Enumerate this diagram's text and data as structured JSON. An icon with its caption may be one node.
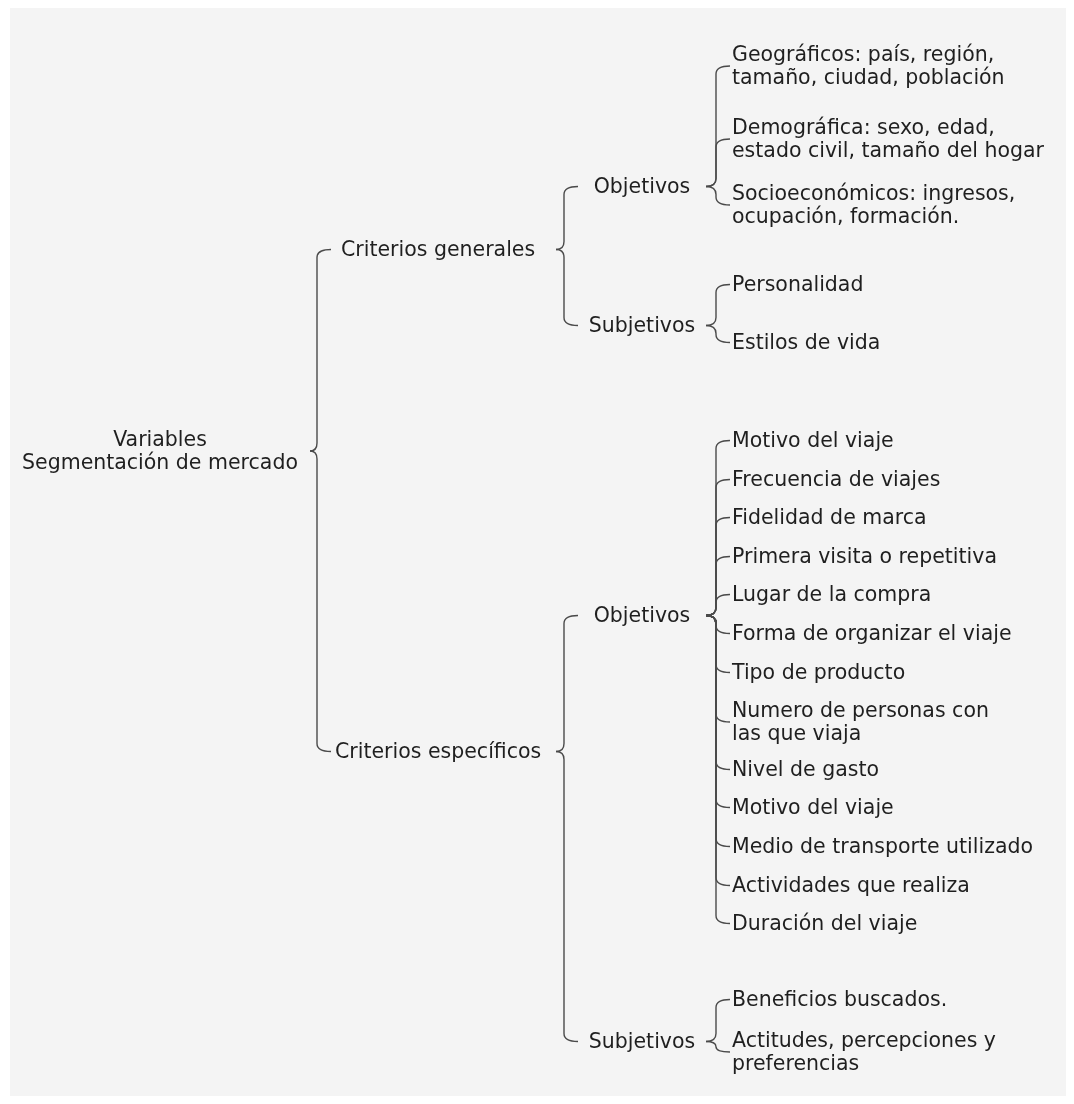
{
  "diagram": {
    "nodes": [
      {
        "text": [
          "Variables",
          "Segmentación de mercado"
        ]
      },
      {
        "text": [
          "Criterios generales"
        ]
      },
      {
        "text": [
          "Objetivos"
        ]
      },
      {
        "text": [
          "Geográficos: país, región, tamaño, ciudad, población"
        ]
      },
      {
        "text": [
          "Demográfica: sexo, edad, estado civil, tamaño del hogar"
        ]
      },
      {
        "text": [
          "Socioeconómicos: ingresos, ocupación, formación."
        ]
      },
      {
        "text": [
          "Subjetivos"
        ]
      },
      {
        "text": [
          "Personalidad"
        ]
      },
      {
        "text": [
          "Estilos de vida"
        ]
      },
      {
        "text": [
          "Criterios específicos"
        ]
      },
      {
        "text": [
          "Objetivos"
        ]
      },
      {
        "text": [
          "Motivo del viaje"
        ]
      },
      {
        "text": [
          "Frecuencia de viajes"
        ]
      },
      {
        "text": [
          "Fidelidad de marca"
        ]
      },
      {
        "text": [
          "Primera visita o repetitiva"
        ]
      },
      {
        "text": [
          "Lugar de la compra"
        ]
      },
      {
        "text": [
          "Forma de organizar el viaje"
        ]
      },
      {
        "text": [
          "Tipo de producto"
        ]
      },
      {
        "text": [
          "Numero de personas con las que viaja"
        ]
      },
      {
        "text": [
          "Nivel de gasto"
        ]
      },
      {
        "text": [
          "Motivo del viaje"
        ]
      },
      {
        "text": [
          "Medio de transporte utilizado"
        ]
      },
      {
        "text": [
          "Actividades que realiza"
        ]
      },
      {
        "text": [
          "Duración del viaje"
        ]
      },
      {
        "text": [
          "Subjetivos"
        ]
      },
      {
        "text": [
          "Beneficios buscados."
        ]
      },
      {
        "text": [
          "Actitudes, percepciones y preferencias"
        ]
      }
    ],
    "edges": [
      {
        "from": 0,
        "to": 1,
        "arrow": "none"
      },
      {
        "from": 0,
        "to": 9,
        "arrow": "none"
      },
      {
        "from": 1,
        "to": 2,
        "arrow": "none"
      },
      {
        "from": 1,
        "to": 6,
        "arrow": "none"
      },
      {
        "from": 2,
        "to": 3,
        "arrow": "none"
      },
      {
        "from": 2,
        "to": 4,
        "arrow": "none"
      },
      {
        "from": 2,
        "to": 5,
        "arrow": "none"
      },
      {
        "from": 6,
        "to": 7,
        "arrow": "none"
      },
      {
        "from": 6,
        "to": 8,
        "arrow": "none"
      },
      {
        "from": 9,
        "to": 10,
        "arrow": "none"
      },
      {
        "from": 9,
        "to": 24,
        "arrow": "none"
      },
      {
        "from": 10,
        "to": 11,
        "arrow": "none"
      },
      {
        "from": 10,
        "to": 12,
        "arrow": "none"
      },
      {
        "from": 10,
        "to": 13,
        "arrow": "none"
      },
      {
        "from": 10,
        "to": 14,
        "arrow": "none"
      },
      {
        "from": 10,
        "to": 15,
        "arrow": "none"
      },
      {
        "from": 10,
        "to": 16,
        "arrow": "none"
      },
      {
        "from": 10,
        "to": 17,
        "arrow": "none"
      },
      {
        "from": 10,
        "to": 18,
        "arrow": "none"
      },
      {
        "from": 10,
        "to": 19,
        "arrow": "none"
      },
      {
        "from": 10,
        "to": 20,
        "arrow": "none"
      },
      {
        "from": 10,
        "to": 21,
        "arrow": "none"
      },
      {
        "from": 10,
        "to": 22,
        "arrow": "none"
      },
      {
        "from": 10,
        "to": 23,
        "arrow": "none"
      },
      {
        "from": 24,
        "to": 25,
        "arrow": "none"
      },
      {
        "from": 24,
        "to": 26,
        "arrow": "none"
      }
    ]
  }
}
